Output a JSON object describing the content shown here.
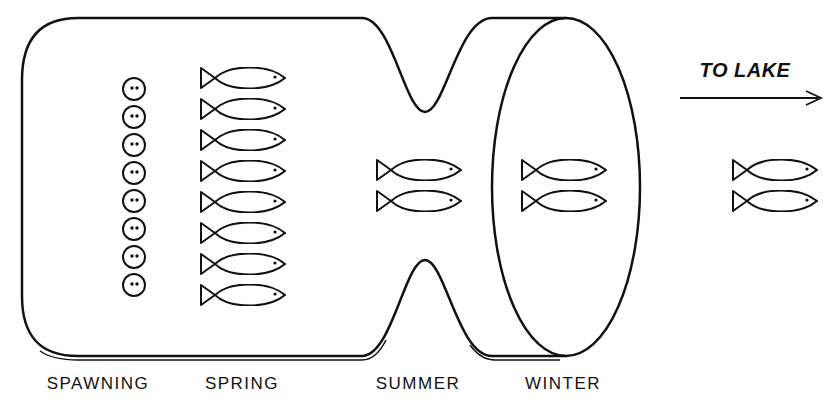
{
  "diagram": {
    "labels": [
      "TO LAKE",
      "SPAWNING",
      "SPRING",
      "SUMMER",
      "WINTER"
    ]
  }
}
